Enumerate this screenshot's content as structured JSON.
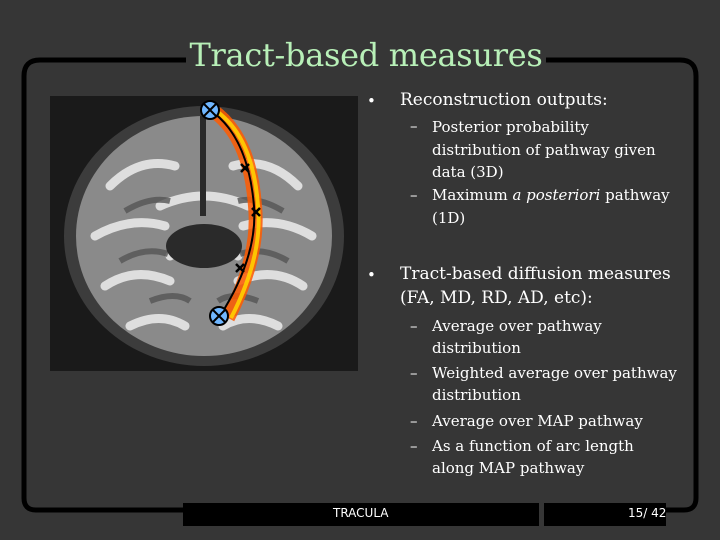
{
  "slide": {
    "title": "Tract-based measures",
    "bullets": [
      {
        "text": "Reconstruction outputs:",
        "subitems": [
          {
            "line1": "Posterior probability",
            "line2": "distribution of pathway given",
            "line3": "data (3D)"
          },
          {
            "line1_pre": "Maximum ",
            "line1_em": "a posteriori",
            "line1_post": " pathway",
            "line2": "(1D)"
          }
        ]
      },
      {
        "line1": "Tract-based diffusion measures",
        "line2": "(FA, MD, RD, AD, etc):",
        "subitems": [
          {
            "line1": "Average over pathway",
            "line2": "distribution"
          },
          {
            "line1": "Weighted average over pathway",
            "line2": "distribution"
          },
          {
            "line1": "Average over MAP pathway"
          },
          {
            "line1": "As a function of arc length",
            "line2": "along MAP pathway"
          }
        ]
      }
    ],
    "footer": {
      "left": "TRACULA",
      "right": "15/ 42"
    },
    "bullet_glyph": "•",
    "dash_glyph": "–"
  },
  "colors": {
    "background": "#363636",
    "title": "#b8f0b8",
    "frame": "#000000"
  }
}
